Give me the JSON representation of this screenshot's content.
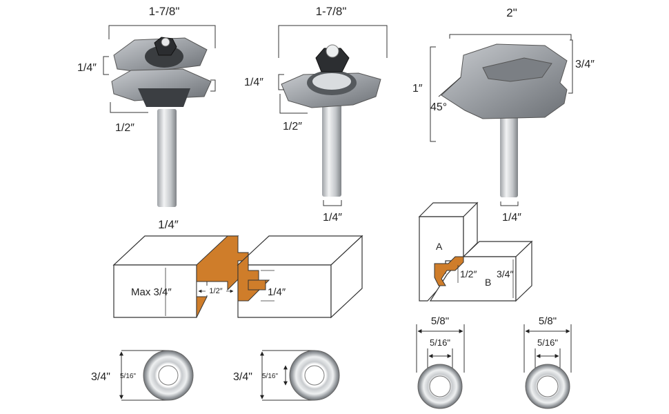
{
  "colors": {
    "metal_light": "#b9bdc2",
    "metal_mid": "#8e9297",
    "metal_dark": "#5d6166",
    "shank": "#d7dadd",
    "wood_cut": "#cf7d2a",
    "line": "#333333"
  },
  "bits": {
    "bit1": {
      "top_label": "1-7/8\"",
      "cut_label": "1/4″",
      "bottom_label": "1/2″"
    },
    "bit2": {
      "top_label": "1-7/8\"",
      "cut_label": "1/4″",
      "bottom_label": "1/2″",
      "shank_label": "1/4″"
    },
    "bit3": {
      "top_label": "2\"",
      "height_label": "1″",
      "side_label": "3/4″",
      "angle_label": "45°",
      "shank_label": "1/4″"
    }
  },
  "joint_diagram": {
    "top_label": "1/4″",
    "max_label": "Max 3/4″",
    "depth_label": "1/2″",
    "tongue_label": "1/4″"
  },
  "miter_diagram": {
    "label_a": "A",
    "label_b": "B",
    "depth_label": "1/2″",
    "height_label": "3/4″"
  },
  "bearings": {
    "b1": {
      "outer_label": "3/4\"",
      "inner_label": "5/16\""
    },
    "b2": {
      "outer_label": "3/4\"",
      "inner_label": "5/16\""
    },
    "b3": {
      "outer_label": "5/8\"",
      "inner_label": "5/16\""
    },
    "b4": {
      "outer_label": "5/8\"",
      "inner_label": "5/16\""
    }
  }
}
